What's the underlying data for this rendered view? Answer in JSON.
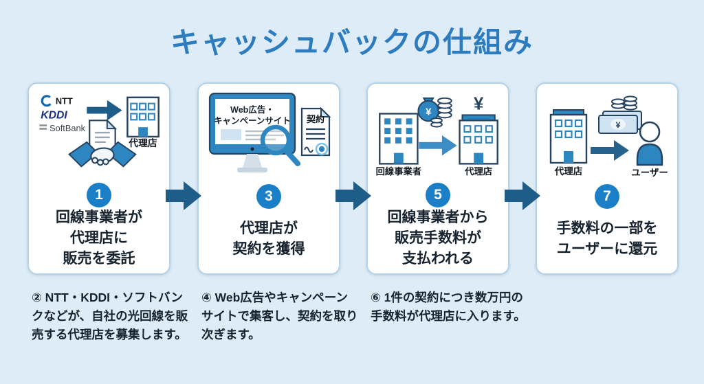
{
  "title": "キャッシュバックの仕組み",
  "colors": {
    "background": "#ddecf7",
    "title": "#2e7cc0",
    "card_bg": "#ffffff",
    "card_border": "#b5d3e8",
    "flow_arrow": "#1d5d87",
    "badge_bg": "#1b7fc7",
    "body_text": "#16222e",
    "illus_blue": "#2e86c1",
    "illus_dark": "#25425f",
    "illus_light": "#cfe3f2"
  },
  "cards": [
    {
      "number": "1",
      "lines": [
        "回線事業者が",
        "代理店に",
        "販売を委託"
      ],
      "labels": {
        "ntt": "NTT",
        "kddi": "KDDI",
        "softbank": "SoftBank",
        "building": "代理店"
      },
      "note": "② NTT・KDDI・ソフトバンクなどが、自社の光回線を販売する代理店を募集します。"
    },
    {
      "number": "3",
      "lines": [
        "代理店が",
        "契約を獲得"
      ],
      "labels": {
        "screen_line1": "Web広告・",
        "screen_line2": "キャンペーンサイト",
        "document": "契約"
      },
      "note": "④ Web広告やキャンペーンサイトで集客し、契約を取り次ぎます。"
    },
    {
      "number": "5",
      "lines": [
        "回線事業者から",
        "販売手数料が",
        "支払われる"
      ],
      "labels": {
        "left_building": "回線事業者",
        "right_building": "代理店",
        "bag_yen": "¥",
        "roof_yen": "¥"
      },
      "note": "⑥ 1件の契約につき数万円の手数料が代理店に入ります。"
    },
    {
      "number": "7",
      "lines": [
        "手数料の一部を",
        "ユーザーに還元"
      ],
      "labels": {
        "building": "代理店",
        "user": "ユーザー",
        "bill_yen": "¥"
      }
    }
  ]
}
